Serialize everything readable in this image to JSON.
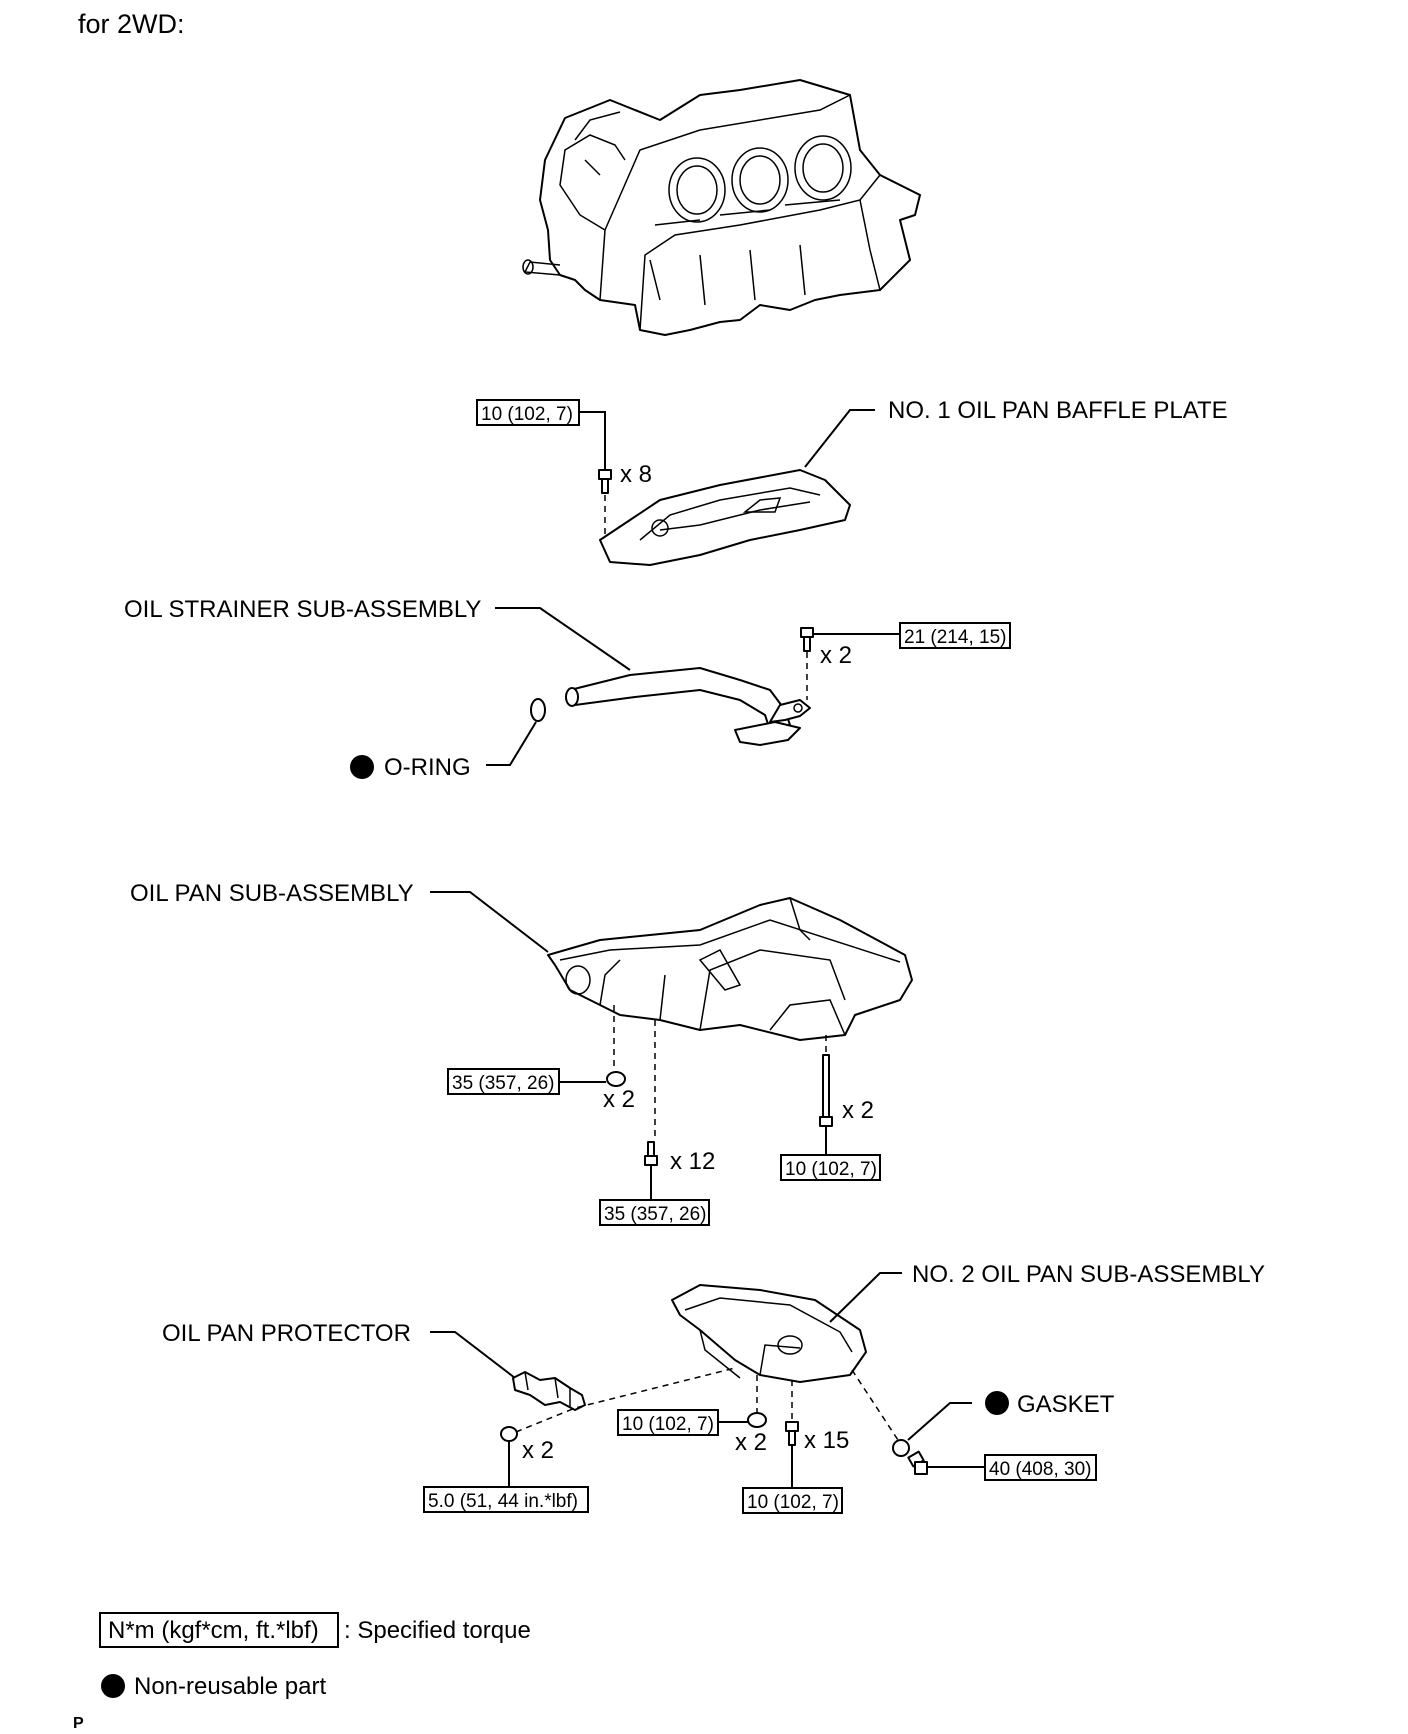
{
  "heading": "for 2WD:",
  "labels": {
    "baffle_plate": "NO. 1 OIL PAN BAFFLE PLATE",
    "oil_strainer": "OIL STRAINER SUB-ASSEMBLY",
    "o_ring": "O-RING",
    "oil_pan": "OIL PAN SUB-ASSEMBLY",
    "no2_oil_pan": "NO. 2 OIL PAN SUB-ASSEMBLY",
    "oil_pan_protector": "OIL PAN PROTECTOR",
    "gasket": "GASKET"
  },
  "torques": {
    "baffle_bolts": "10 (102, 7)",
    "strainer_bolts": "21 (214, 15)",
    "oil_pan_nuts": "35 (357, 26)",
    "oil_pan_bolts_12": "35 (357, 26)",
    "oil_pan_studs": "10 (102, 7)",
    "no2_nuts": "10 (102, 7)",
    "no2_bolts": "10 (102, 7)",
    "protector_nuts": "5.0 (51, 44 in.*lbf)",
    "drain_plug": "40 (408, 30)"
  },
  "quantities": {
    "baffle_bolts": "x 8",
    "strainer_bolts": "x 2",
    "oil_pan_nuts": "x 2",
    "oil_pan_bolts_12": "x 12",
    "oil_pan_studs": "x 2",
    "no2_nuts": "x 2",
    "no2_bolts": "x 15",
    "protector_nuts": "x 2"
  },
  "legend": {
    "torque_unit": "N*m (kgf*cm, ft.*lbf)",
    "torque_desc": ": Specified torque",
    "non_reusable": "Non-reusable part"
  },
  "footer_code": "P"
}
